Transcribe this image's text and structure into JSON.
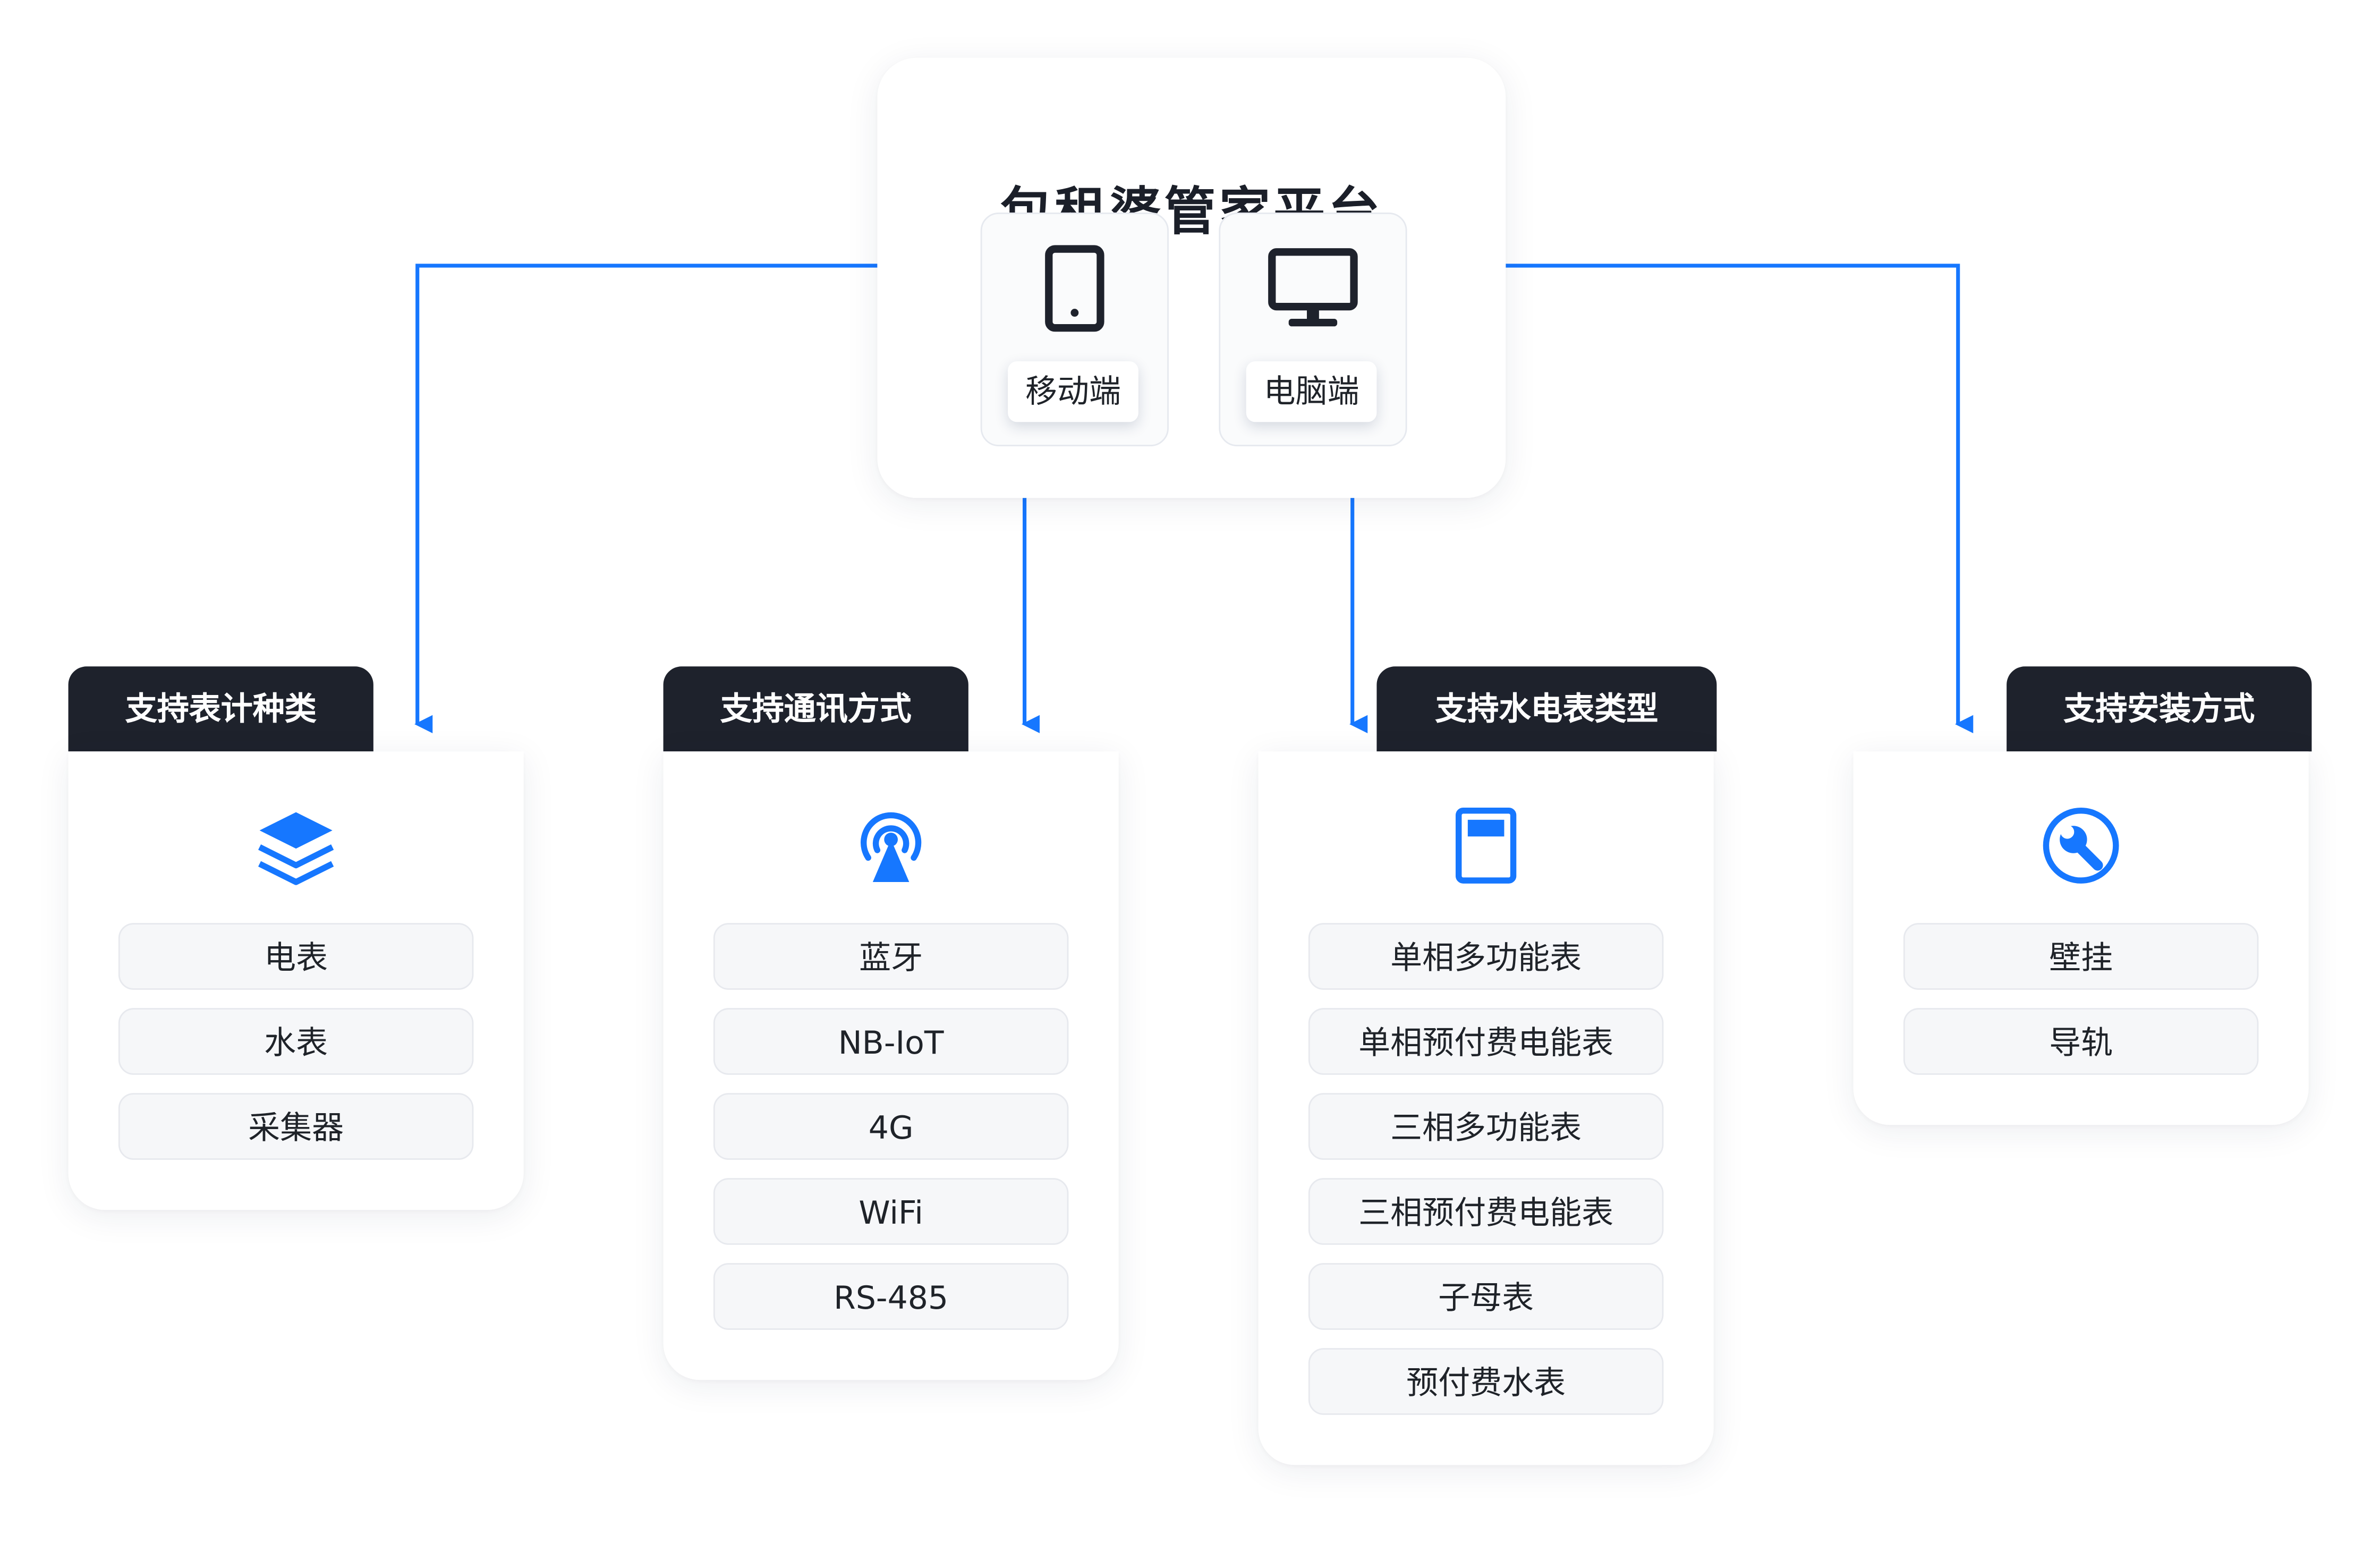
{
  "platform": {
    "title": "包租婆管家平台",
    "clients": [
      {
        "label": "移动端",
        "icon": "tablet-icon"
      },
      {
        "label": "电脑端",
        "icon": "monitor-icon"
      }
    ]
  },
  "accent_color": "#1677ff",
  "dark_color": "#1e222c",
  "categories": [
    {
      "title": "支持表计种类",
      "icon": "layers-icon",
      "items": [
        "电表",
        "水表",
        "采集器"
      ]
    },
    {
      "title": "支持通讯方式",
      "icon": "signal-tower-icon",
      "items": [
        "蓝牙",
        "NB-IoT",
        "4G",
        "WiFi",
        "RS-485"
      ]
    },
    {
      "title": "支持水电表类型",
      "icon": "meter-icon",
      "items": [
        "单相多功能表",
        "单相预付费电能表",
        "三相多功能表",
        "三相预付费电能表",
        "子母表",
        "预付费水表"
      ]
    },
    {
      "title": "支持安装方式",
      "icon": "wrench-icon",
      "items": [
        "壁挂",
        "导轨"
      ]
    }
  ]
}
